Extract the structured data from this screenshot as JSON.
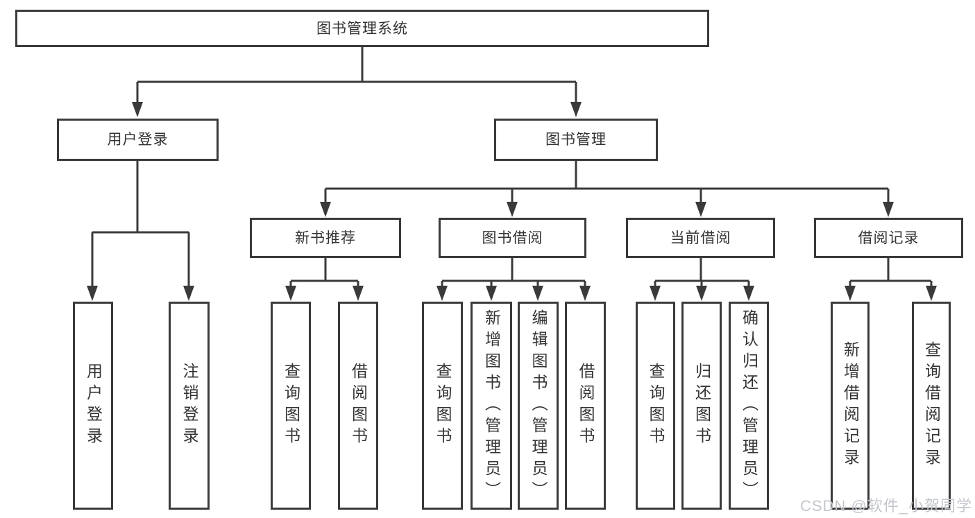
{
  "diagram": {
    "root": {
      "label": "图书管理系统"
    },
    "branches": [
      {
        "label": "用户登录",
        "children": [
          {
            "label": "用户登录"
          },
          {
            "label": "注销登录"
          }
        ]
      },
      {
        "label": "图书管理",
        "sections": [
          {
            "label": "新书推荐",
            "children": [
              {
                "label": "查询图书"
              },
              {
                "label": "借阅图书"
              }
            ]
          },
          {
            "label": "图书借阅",
            "children": [
              {
                "label": "查询图书"
              },
              {
                "label": "新增图书（管理员）"
              },
              {
                "label": "编辑图书（管理员）"
              },
              {
                "label": "借阅图书"
              }
            ]
          },
          {
            "label": "当前借阅",
            "children": [
              {
                "label": "查询图书"
              },
              {
                "label": "归还图书"
              },
              {
                "label": "确认归还（管理员）"
              }
            ]
          },
          {
            "label": "借阅记录",
            "children": [
              {
                "label": "新增借阅记录"
              },
              {
                "label": "查询借阅记录"
              }
            ]
          }
        ]
      }
    ]
  },
  "watermark": {
    "text": "CSDN @软件_小贺同学"
  },
  "colors": {
    "line": "#3a3a3a",
    "box_border": "#3a3a3a",
    "text": "#333333",
    "background": "#ffffff",
    "watermark": "#c3c6cc"
  }
}
